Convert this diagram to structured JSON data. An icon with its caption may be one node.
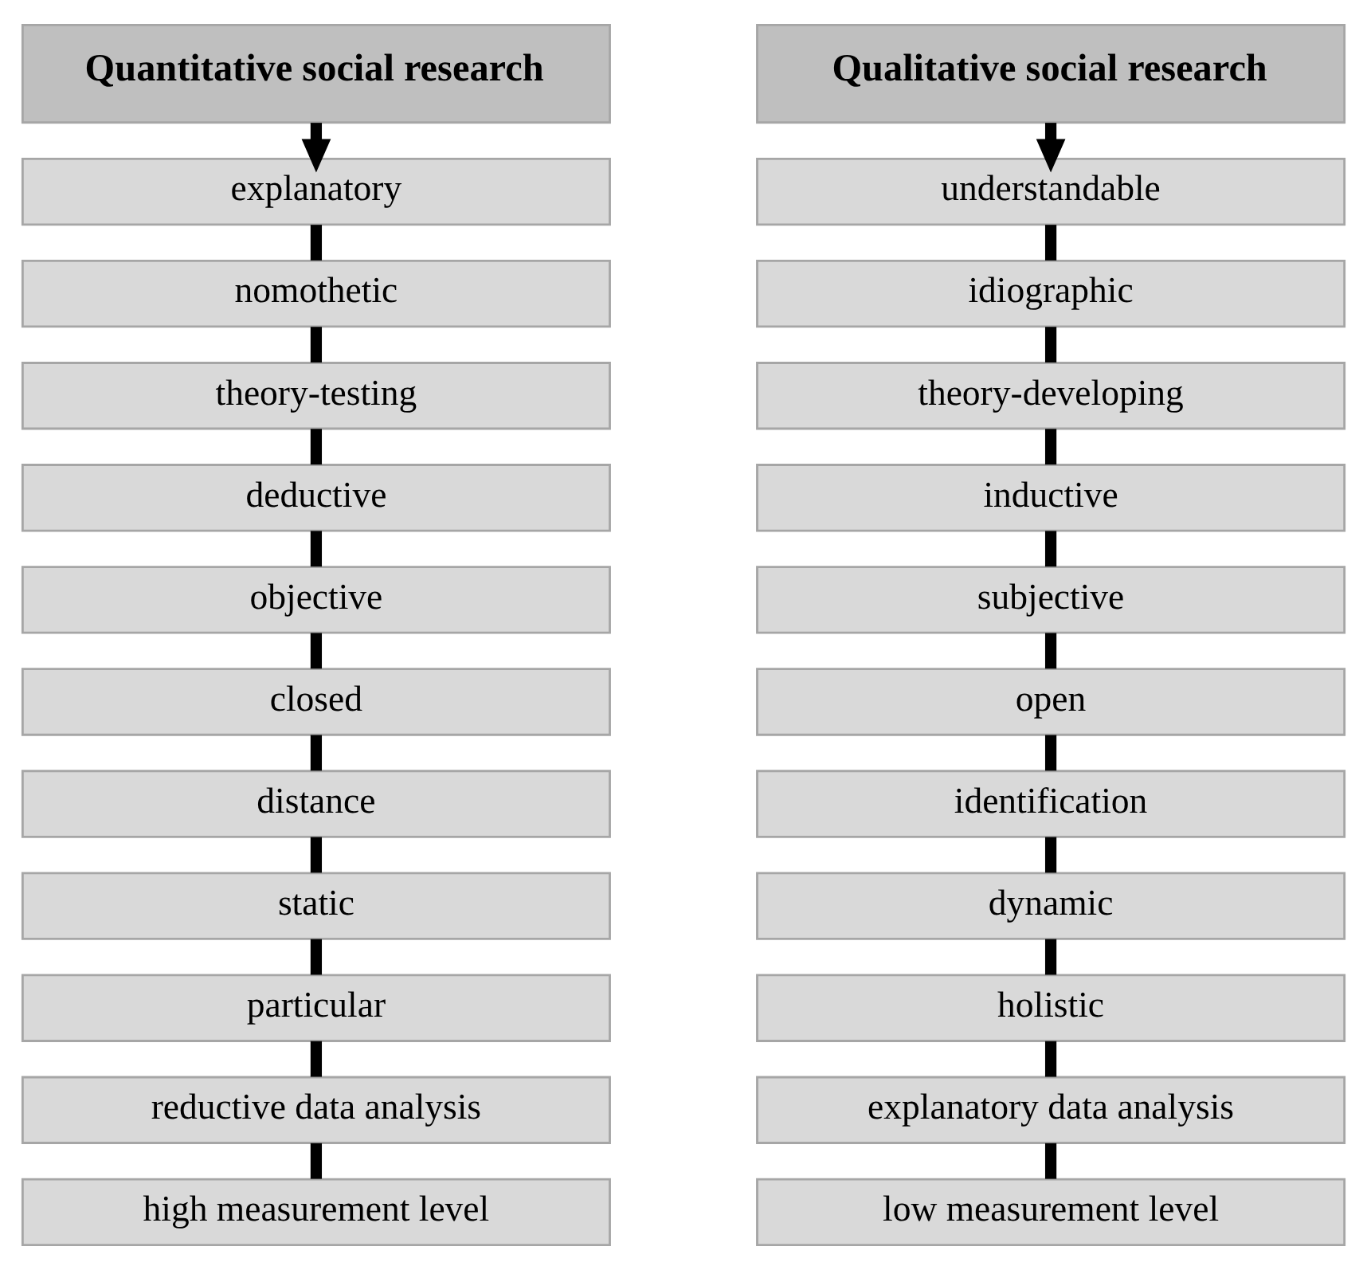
{
  "diagram": {
    "nodes": [
      {
        "text": [
          "Quantitative social research"
        ]
      },
      {
        "text": [
          "explanatory"
        ]
      },
      {
        "text": [
          "nomothetic"
        ]
      },
      {
        "text": [
          "theory-testing"
        ]
      },
      {
        "text": [
          "deductive"
        ]
      },
      {
        "text": [
          "objective"
        ]
      },
      {
        "text": [
          "closed"
        ]
      },
      {
        "text": [
          "distance"
        ]
      },
      {
        "text": [
          "static"
        ]
      },
      {
        "text": [
          "particular"
        ]
      },
      {
        "text": [
          "reductive data analysis"
        ]
      },
      {
        "text": [
          "high measurement level"
        ]
      },
      {
        "text": [
          "Qualitative social research"
        ]
      },
      {
        "text": [
          "understandable"
        ]
      },
      {
        "text": [
          "idiographic"
        ]
      },
      {
        "text": [
          "theory-developing"
        ]
      },
      {
        "text": [
          "inductive"
        ]
      },
      {
        "text": [
          "subjective"
        ]
      },
      {
        "text": [
          "open"
        ]
      },
      {
        "text": [
          "identification"
        ]
      },
      {
        "text": [
          "dynamic"
        ]
      },
      {
        "text": [
          "holistic"
        ]
      },
      {
        "text": [
          "explanatory data analysis"
        ]
      },
      {
        "text": [
          "low measurement level"
        ]
      }
    ],
    "edges": [
      {
        "from": 0,
        "to": 1,
        "arrow": "to"
      },
      {
        "from": 1,
        "to": 2,
        "arrow": "none"
      },
      {
        "from": 2,
        "to": 3,
        "arrow": "none"
      },
      {
        "from": 3,
        "to": 4,
        "arrow": "none"
      },
      {
        "from": 4,
        "to": 5,
        "arrow": "none"
      },
      {
        "from": 5,
        "to": 6,
        "arrow": "none"
      },
      {
        "from": 6,
        "to": 7,
        "arrow": "none"
      },
      {
        "from": 7,
        "to": 8,
        "arrow": "none"
      },
      {
        "from": 8,
        "to": 9,
        "arrow": "none"
      },
      {
        "from": 9,
        "to": 10,
        "arrow": "none"
      },
      {
        "from": 10,
        "to": 11,
        "arrow": "none"
      },
      {
        "from": 12,
        "to": 13,
        "arrow": "to"
      },
      {
        "from": 13,
        "to": 14,
        "arrow": "none"
      },
      {
        "from": 14,
        "to": 15,
        "arrow": "none"
      },
      {
        "from": 15,
        "to": 16,
        "arrow": "none"
      },
      {
        "from": 16,
        "to": 17,
        "arrow": "none"
      },
      {
        "from": 17,
        "to": 18,
        "arrow": "none"
      },
      {
        "from": 18,
        "to": 19,
        "arrow": "none"
      },
      {
        "from": 19,
        "to": 20,
        "arrow": "none"
      },
      {
        "from": 20,
        "to": 21,
        "arrow": "none"
      },
      {
        "from": 21,
        "to": 22,
        "arrow": "none"
      },
      {
        "from": 22,
        "to": 23,
        "arrow": "none"
      }
    ]
  }
}
